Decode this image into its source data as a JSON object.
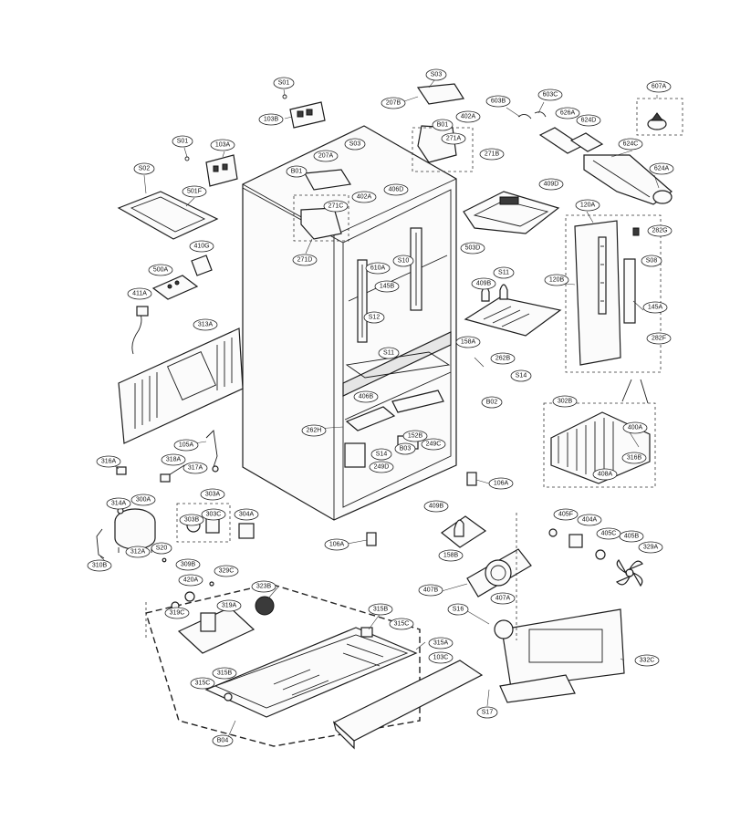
{
  "colors": {
    "line": "#1c1c1c",
    "background": "#ffffff",
    "shade": "#e6e6e6"
  },
  "labels": [
    {
      "id": "s01a",
      "text": "S01"
    },
    {
      "id": "103b",
      "text": "103B"
    },
    {
      "id": "s03a",
      "text": "S03"
    },
    {
      "id": "207b",
      "text": "207B"
    },
    {
      "id": "b01a",
      "text": "B01"
    },
    {
      "id": "402a_t",
      "text": "402A"
    },
    {
      "id": "271a",
      "text": "271A"
    },
    {
      "id": "271b",
      "text": "271B"
    },
    {
      "id": "603b",
      "text": "603B"
    },
    {
      "id": "603c",
      "text": "603C"
    },
    {
      "id": "607a",
      "text": "607A"
    },
    {
      "id": "626a",
      "text": "626A"
    },
    {
      "id": "624d",
      "text": "624D"
    },
    {
      "id": "624c",
      "text": "624C"
    },
    {
      "id": "624a",
      "text": "624A"
    },
    {
      "id": "s01b",
      "text": "S01"
    },
    {
      "id": "103a",
      "text": "103A"
    },
    {
      "id": "s03b",
      "text": "S03"
    },
    {
      "id": "207a",
      "text": "207A"
    },
    {
      "id": "b01b",
      "text": "B01"
    },
    {
      "id": "402a_b",
      "text": "402A"
    },
    {
      "id": "271c",
      "text": "271C"
    },
    {
      "id": "271d",
      "text": "271D"
    },
    {
      "id": "s02",
      "text": "S02"
    },
    {
      "id": "501f",
      "text": "501F"
    },
    {
      "id": "406d",
      "text": "406D"
    },
    {
      "id": "410g",
      "text": "410G"
    },
    {
      "id": "500a",
      "text": "500A"
    },
    {
      "id": "411a",
      "text": "411A"
    },
    {
      "id": "610a",
      "text": "610A"
    },
    {
      "id": "s10",
      "text": "S10"
    },
    {
      "id": "145b",
      "text": "145B"
    },
    {
      "id": "s12",
      "text": "S12"
    },
    {
      "id": "s11a",
      "text": "S11"
    },
    {
      "id": "313a",
      "text": "313A"
    },
    {
      "id": "409d",
      "text": "409D"
    },
    {
      "id": "503d",
      "text": "503D"
    },
    {
      "id": "s11b",
      "text": "S11"
    },
    {
      "id": "409b_t",
      "text": "409B"
    },
    {
      "id": "158a",
      "text": "158A"
    },
    {
      "id": "120a",
      "text": "120A"
    },
    {
      "id": "282g",
      "text": "282G"
    },
    {
      "id": "120b",
      "text": "120B"
    },
    {
      "id": "s08",
      "text": "S08"
    },
    {
      "id": "145a",
      "text": "145A"
    },
    {
      "id": "282f",
      "text": "282F"
    },
    {
      "id": "262b",
      "text": "262B"
    },
    {
      "id": "s14a",
      "text": "S14"
    },
    {
      "id": "b02",
      "text": "B02"
    },
    {
      "id": "406b",
      "text": "406B"
    },
    {
      "id": "262h",
      "text": "262H"
    },
    {
      "id": "152b",
      "text": "152B"
    },
    {
      "id": "b03",
      "text": "B03"
    },
    {
      "id": "s14b",
      "text": "S14"
    },
    {
      "id": "249c",
      "text": "249C"
    },
    {
      "id": "249d",
      "text": "249D"
    },
    {
      "id": "302b",
      "text": "302B"
    },
    {
      "id": "400a",
      "text": "400A"
    },
    {
      "id": "316b",
      "text": "316B"
    },
    {
      "id": "408a",
      "text": "408A"
    },
    {
      "id": "105a",
      "text": "105A"
    },
    {
      "id": "316a",
      "text": "316A"
    },
    {
      "id": "318a",
      "text": "318A"
    },
    {
      "id": "317a",
      "text": "317A"
    },
    {
      "id": "106a_r",
      "text": "106A"
    },
    {
      "id": "303a",
      "text": "303A"
    },
    {
      "id": "314a",
      "text": "314A"
    },
    {
      "id": "300a",
      "text": "300A"
    },
    {
      "id": "303b",
      "text": "303B"
    },
    {
      "id": "303c",
      "text": "303C"
    },
    {
      "id": "304a",
      "text": "304A"
    },
    {
      "id": "409b_b",
      "text": "409B"
    },
    {
      "id": "106a_l",
      "text": "106A"
    },
    {
      "id": "158b",
      "text": "158B"
    },
    {
      "id": "405f",
      "text": "405F"
    },
    {
      "id": "404a",
      "text": "404A"
    },
    {
      "id": "405c",
      "text": "405C"
    },
    {
      "id": "405b",
      "text": "405B"
    },
    {
      "id": "329a",
      "text": "329A"
    },
    {
      "id": "310b",
      "text": "310B"
    },
    {
      "id": "312a",
      "text": "312A"
    },
    {
      "id": "s20",
      "text": "S20"
    },
    {
      "id": "309b",
      "text": "309B"
    },
    {
      "id": "420a",
      "text": "420A"
    },
    {
      "id": "329c",
      "text": "329C"
    },
    {
      "id": "323b",
      "text": "323B"
    },
    {
      "id": "407b",
      "text": "407B"
    },
    {
      "id": "407a",
      "text": "407A"
    },
    {
      "id": "319c",
      "text": "319C"
    },
    {
      "id": "319a",
      "text": "319A"
    },
    {
      "id": "315b_t",
      "text": "315B"
    },
    {
      "id": "315c_t",
      "text": "315C"
    },
    {
      "id": "s16",
      "text": "S16"
    },
    {
      "id": "315a",
      "text": "315A"
    },
    {
      "id": "103c",
      "text": "103C"
    },
    {
      "id": "332c",
      "text": "332C"
    },
    {
      "id": "315b_b",
      "text": "315B"
    },
    {
      "id": "315c_b",
      "text": "315C"
    },
    {
      "id": "s17",
      "text": "S17"
    },
    {
      "id": "b04",
      "text": "B04"
    }
  ]
}
